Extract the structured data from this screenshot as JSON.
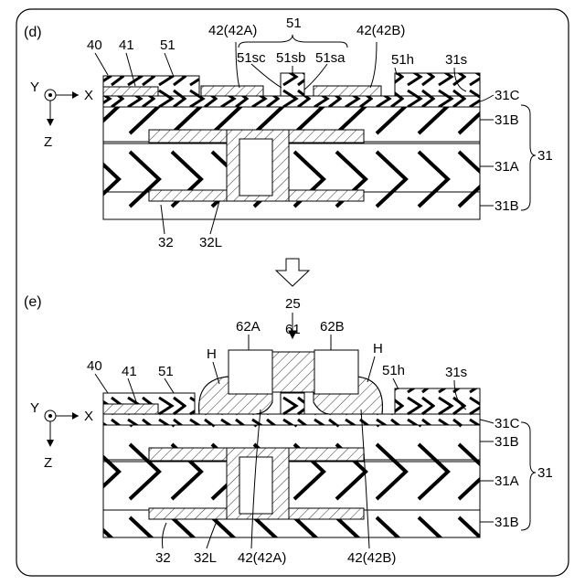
{
  "panel_d": {
    "tag": "(d)",
    "labels": {
      "n40": "40",
      "n41": "41",
      "n51": "51",
      "n42a": "42(42A)",
      "n51top": "51",
      "n42b": "42(42B)",
      "n51sc": "51sc",
      "n51sb": "51sb",
      "n51sa": "51sa",
      "n51h": "51h",
      "n31s": "31s",
      "n31c": "31C",
      "n31b1": "31B",
      "n31a": "31A",
      "n31b2": "31B",
      "n31": "31",
      "n32": "32",
      "n32l": "32L"
    },
    "axes": {
      "y": "Y",
      "x": "X",
      "z": "Z"
    }
  },
  "arrow": "⇩",
  "panel_e": {
    "tag": "(e)",
    "labels": {
      "n25": "25",
      "n62a": "62A",
      "n61": "61",
      "n62b": "62B",
      "h1": "H",
      "h2": "H",
      "n40": "40",
      "n41": "41",
      "n51": "51",
      "n51h": "51h",
      "n31s": "31s",
      "n31c": "31C",
      "n31b1": "31B",
      "n31a": "31A",
      "n31b2": "31B",
      "n31": "31",
      "n32": "32",
      "n32l": "32L",
      "n42a": "42(42A)",
      "n42b": "42(42B)"
    },
    "axes": {
      "y": "Y",
      "x": "X",
      "z": "Z"
    }
  }
}
